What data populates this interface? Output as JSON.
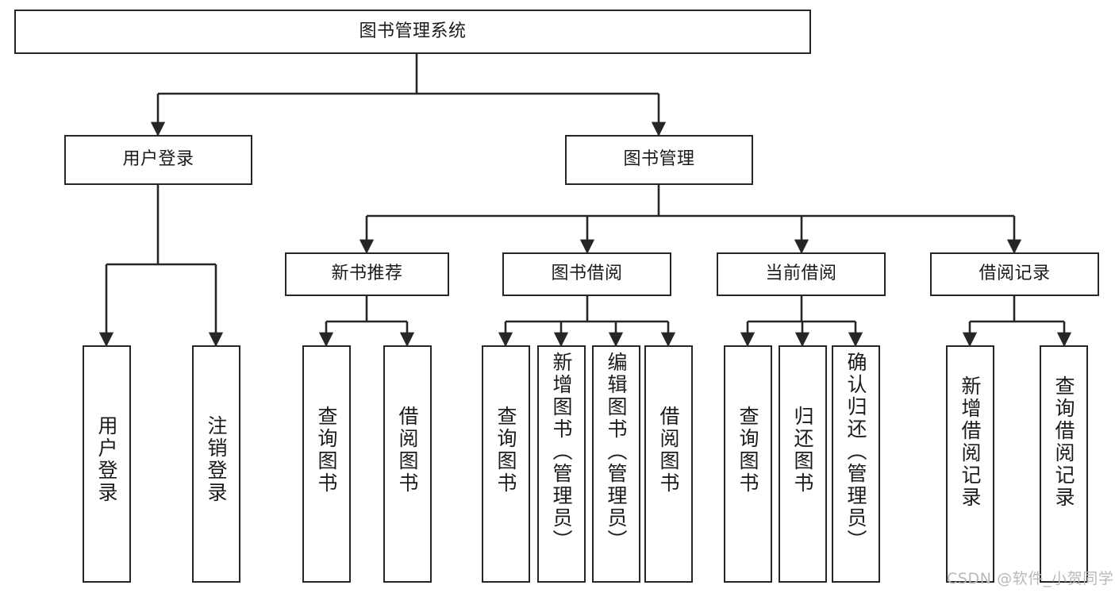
{
  "diagram": {
    "title": "图书管理系统",
    "type": "tree-hierarchy-chart",
    "background_color": "#ffffff",
    "line_color": "#262626",
    "text_color": "#1b1b1b",
    "nodes": {
      "root": {
        "label": "图书管理系统"
      },
      "level2": [
        {
          "id": "user-login",
          "label": "用户登录"
        },
        {
          "id": "book-manage",
          "label": "图书管理"
        }
      ],
      "level3": [
        {
          "id": "new-book-recommend",
          "label": "新书推荐"
        },
        {
          "id": "book-borrow",
          "label": "图书借阅"
        },
        {
          "id": "current-borrow",
          "label": "当前借阅"
        },
        {
          "id": "borrow-record",
          "label": "借阅记录"
        }
      ],
      "leaves": [
        {
          "id": "leaf-user-login",
          "label": "用户登录",
          "parent": "user-login"
        },
        {
          "id": "leaf-user-logout",
          "label": "注销登录",
          "parent": "user-login"
        },
        {
          "id": "leaf-query-book-1",
          "label": "查询图书",
          "parent": "new-book-recommend"
        },
        {
          "id": "leaf-borrow-book-1",
          "label": "借阅图书",
          "parent": "new-book-recommend"
        },
        {
          "id": "leaf-query-book-2",
          "label": "查询图书",
          "parent": "book-borrow"
        },
        {
          "id": "leaf-add-book",
          "label": "新增图书（管理员）",
          "parent": "book-borrow"
        },
        {
          "id": "leaf-edit-book",
          "label": "编辑图书（管理员）",
          "parent": "book-borrow"
        },
        {
          "id": "leaf-borrow-book-2",
          "label": "借阅图书",
          "parent": "book-borrow"
        },
        {
          "id": "leaf-query-book-3",
          "label": "查询图书",
          "parent": "current-borrow"
        },
        {
          "id": "leaf-return-book",
          "label": "归还图书",
          "parent": "current-borrow"
        },
        {
          "id": "leaf-confirm-return",
          "label": "确认归还（管理员）",
          "parent": "current-borrow"
        },
        {
          "id": "leaf-add-record",
          "label": "新增借阅记录",
          "parent": "borrow-record"
        },
        {
          "id": "leaf-query-record",
          "label": "查询借阅记录",
          "parent": "borrow-record"
        }
      ]
    }
  },
  "watermark": {
    "text": "CSDN @软件_小贺同学"
  }
}
